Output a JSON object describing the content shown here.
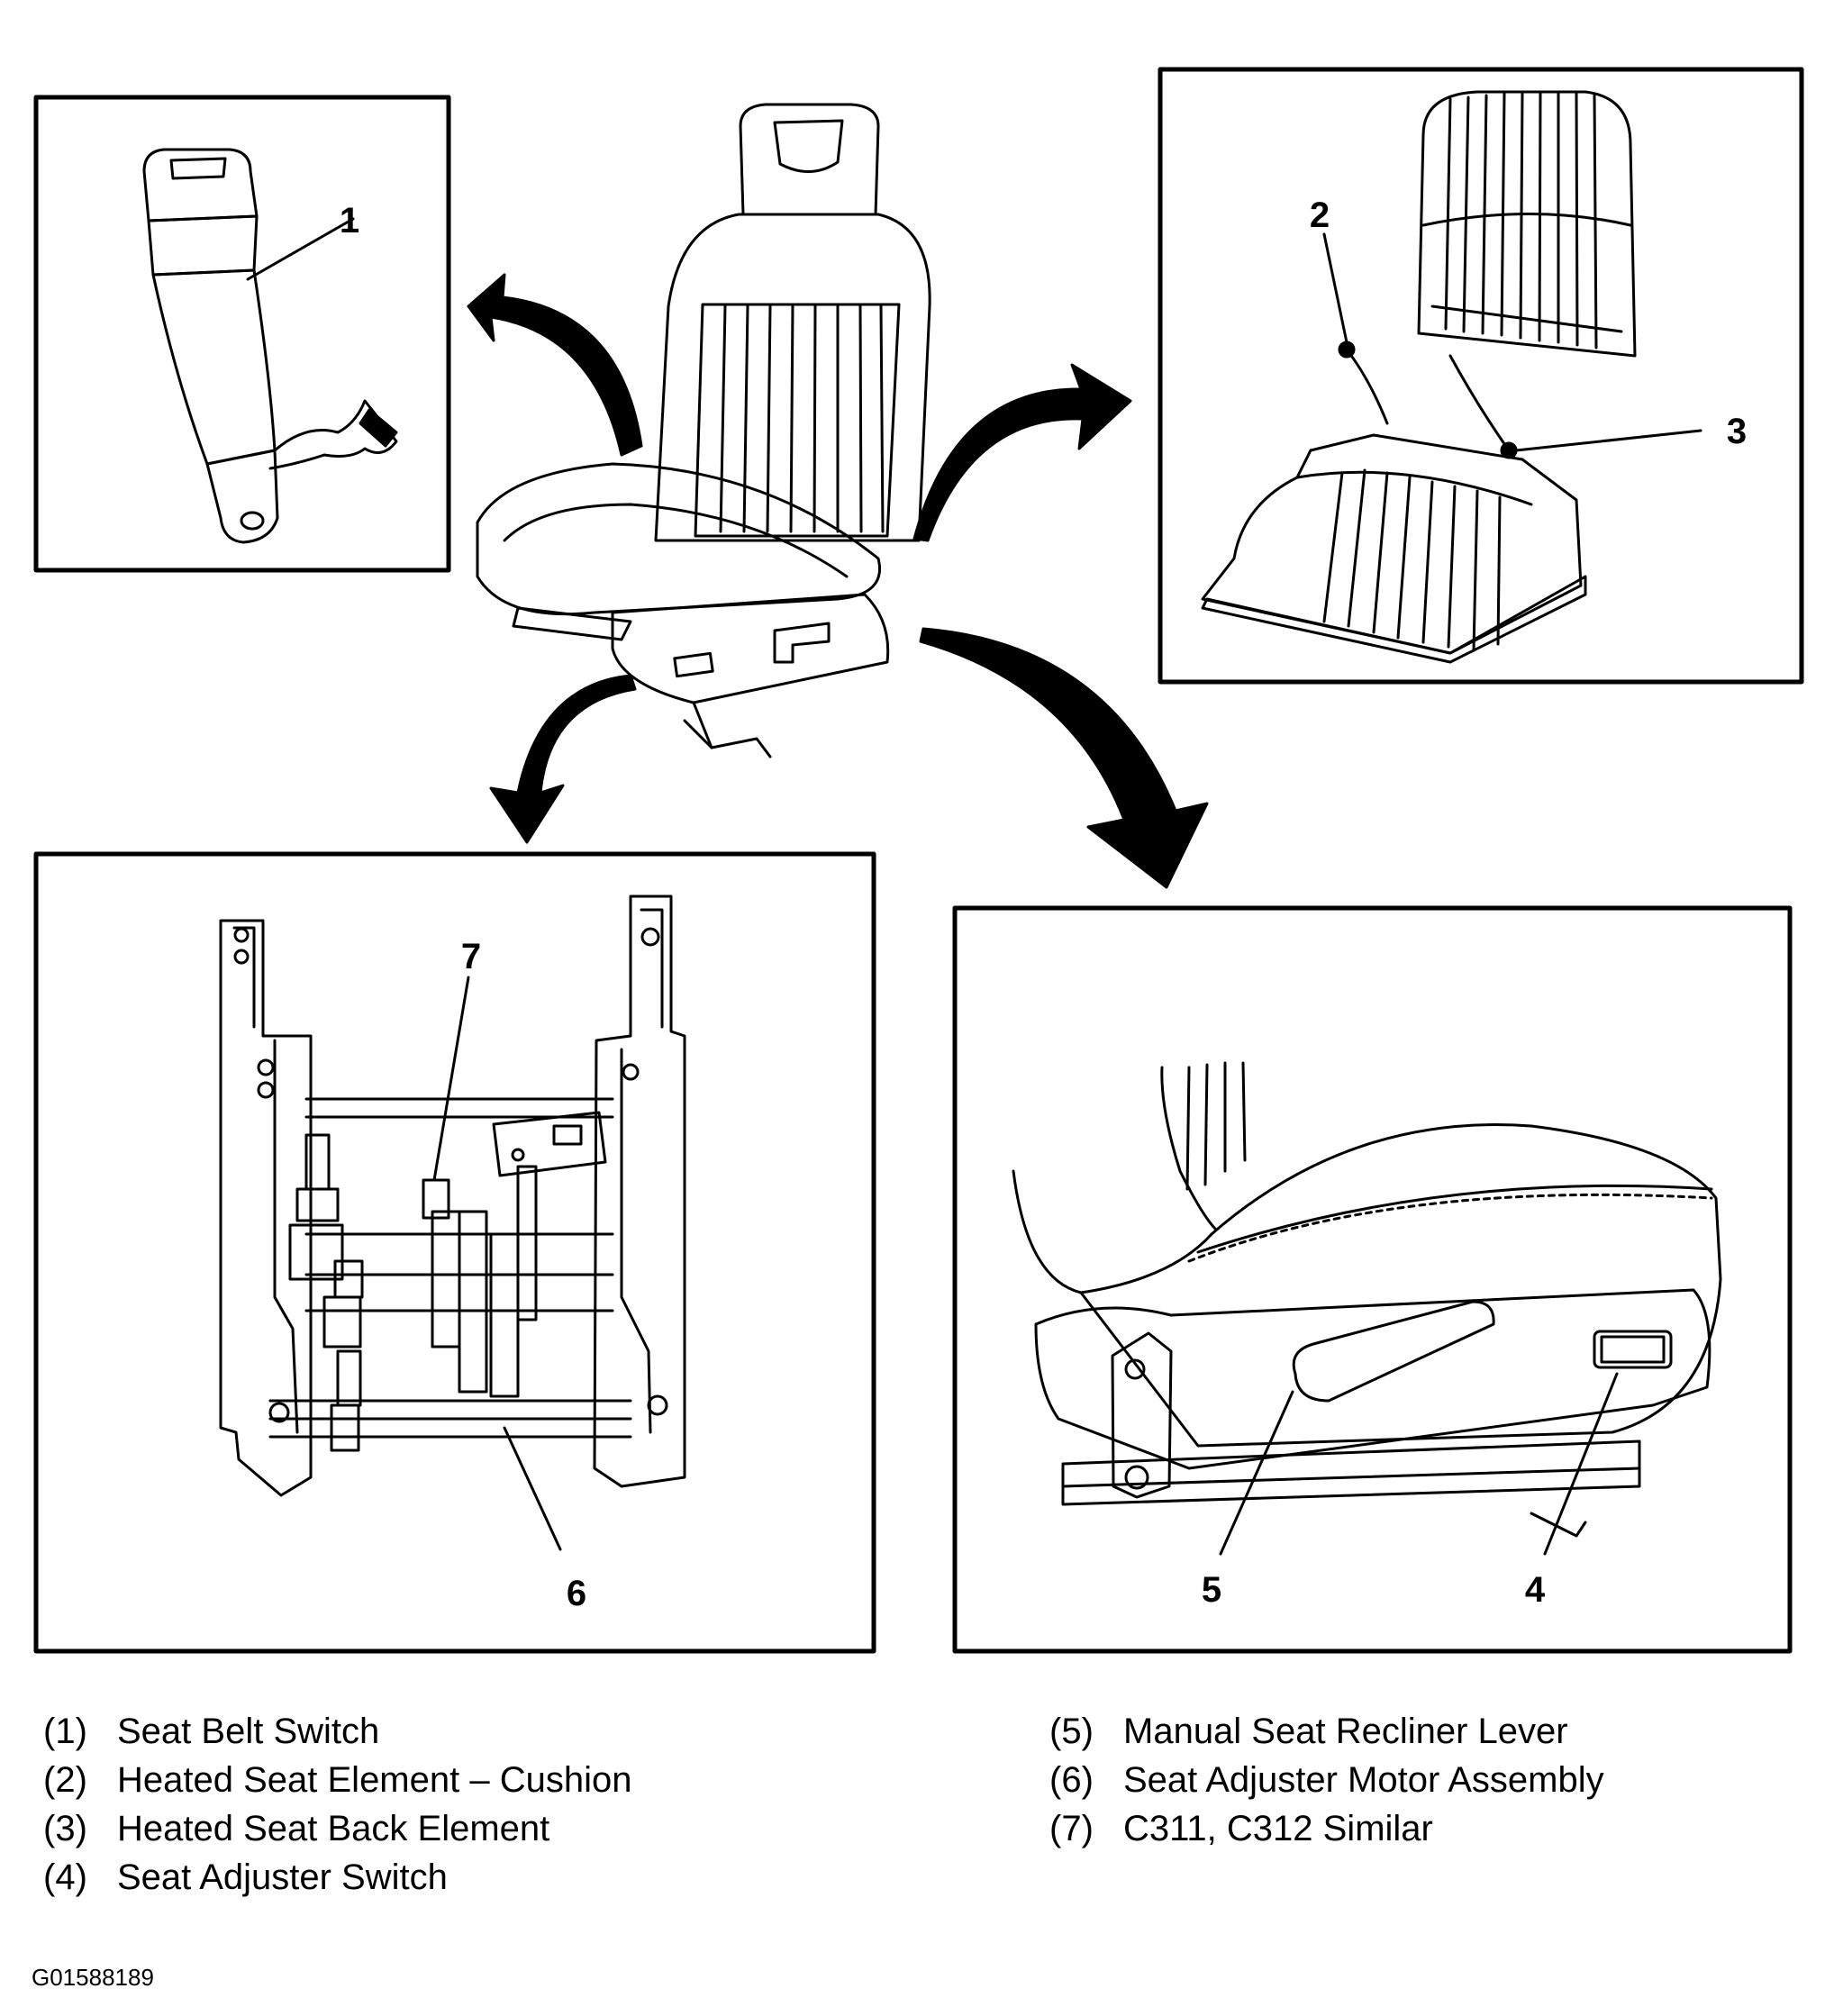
{
  "callouts": [
    "1",
    "2",
    "3",
    "4",
    "5",
    "6",
    "7"
  ],
  "legend": {
    "left": [
      {
        "num": "(1)",
        "text": "Seat Belt Switch"
      },
      {
        "num": "(2)",
        "text": "Heated Seat Element – Cushion"
      },
      {
        "num": "(3)",
        "text": "Heated Seat Back Element"
      },
      {
        "num": "(4)",
        "text": "Seat Adjuster Switch"
      }
    ],
    "right": [
      {
        "num": "(5)",
        "text": "Manual Seat Recliner Lever"
      },
      {
        "num": "(6)",
        "text": "Seat Adjuster Motor Assembly"
      },
      {
        "num": "(7)",
        "text": "C311, C312 Similar"
      }
    ]
  },
  "figure_id": "G01588189"
}
